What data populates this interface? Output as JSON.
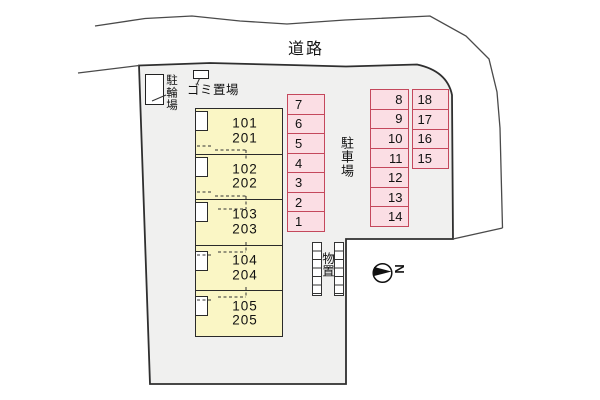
{
  "plan": {
    "road_label": "道路",
    "bicycle_parking_label": "駐輪場",
    "garbage_area_label": "ゴミ置場",
    "parking_label": "駐車場",
    "storage_label": "物置",
    "compass_letter": "N"
  },
  "building": {
    "units": [
      {
        "first_floor": "101",
        "second_floor": "201"
      },
      {
        "first_floor": "102",
        "second_floor": "202"
      },
      {
        "first_floor": "103",
        "second_floor": "203"
      },
      {
        "first_floor": "104",
        "second_floor": "204"
      },
      {
        "first_floor": "105",
        "second_floor": "205"
      }
    ]
  },
  "parking": {
    "front_column_top_to_bottom": [
      "7",
      "6",
      "5",
      "4",
      "3",
      "2",
      "1"
    ],
    "right_inner_column_top_to_bottom": [
      "8",
      "9",
      "10",
      "11",
      "12",
      "13",
      "14"
    ],
    "right_outer_column_top_to_bottom": [
      "18",
      "17",
      "16",
      "15"
    ]
  },
  "colors": {
    "site_fill": "#f0f0ef",
    "building_fill": "#faf6c5",
    "stall_fill": "#fbdee4",
    "stall_border": "#c4485c",
    "outline": "#2f2f2f"
  }
}
